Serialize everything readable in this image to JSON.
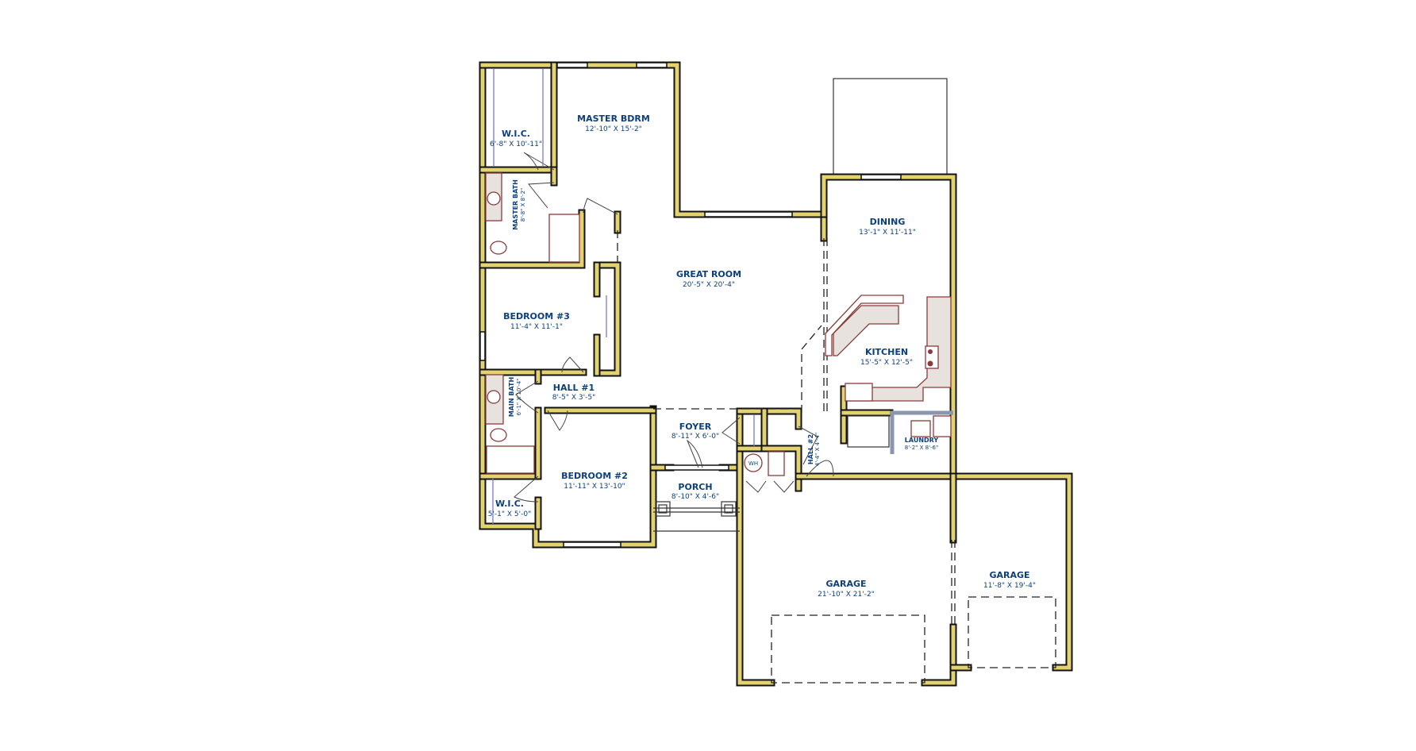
{
  "plan": {
    "rooms": [
      {
        "name": "W.I.C.",
        "dims": "6'-8\" X 10'-11\""
      },
      {
        "name": "MASTER BDRM",
        "dims": "12'-10\" X 15'-2\""
      },
      {
        "name": "MASTER BATH",
        "dims": "8'-8\" X 8'-2\""
      },
      {
        "name": "GREAT ROOM",
        "dims": "20'-5\" X 20'-4\""
      },
      {
        "name": "DINING",
        "dims": "13'-1\" X 11'-11\""
      },
      {
        "name": "KITCHEN",
        "dims": "15'-5\" X 12'-5\""
      },
      {
        "name": "BEDROOM #3",
        "dims": "11'-4\" X 11'-1\""
      },
      {
        "name": "HALL #1",
        "dims": "8'-5\" X 3'-5\""
      },
      {
        "name": "MAIN BATH",
        "dims": "6'-1\" X 10'-4\""
      },
      {
        "name": "FOYER",
        "dims": "8'-11\" X 6'-0\""
      },
      {
        "name": "BEDROOM #2",
        "dims": "11'-11\" X 13'-10\""
      },
      {
        "name": "PORCH",
        "dims": "8'-10\" X 4'-6\""
      },
      {
        "name": "W.I.C.",
        "dims": "5'-1\" X 5'-0\""
      },
      {
        "name": "HALL #2",
        "dims": "4'-4\" X 4'-4\""
      },
      {
        "name": "LAUNDRY",
        "dims": "8'-2\" X 8'-6\""
      },
      {
        "name": "GARAGE",
        "dims": "21'-10\" X 21'-2\""
      },
      {
        "name": "GARAGE",
        "dims": "11'-8\" X 19'-4\""
      }
    ],
    "water_heater_label": "WH",
    "colors": {
      "wall": "#e3d270",
      "label": "#0b3f7e",
      "fixture": "#8b3a3a",
      "laundry_wall": "#8a96ad"
    }
  }
}
